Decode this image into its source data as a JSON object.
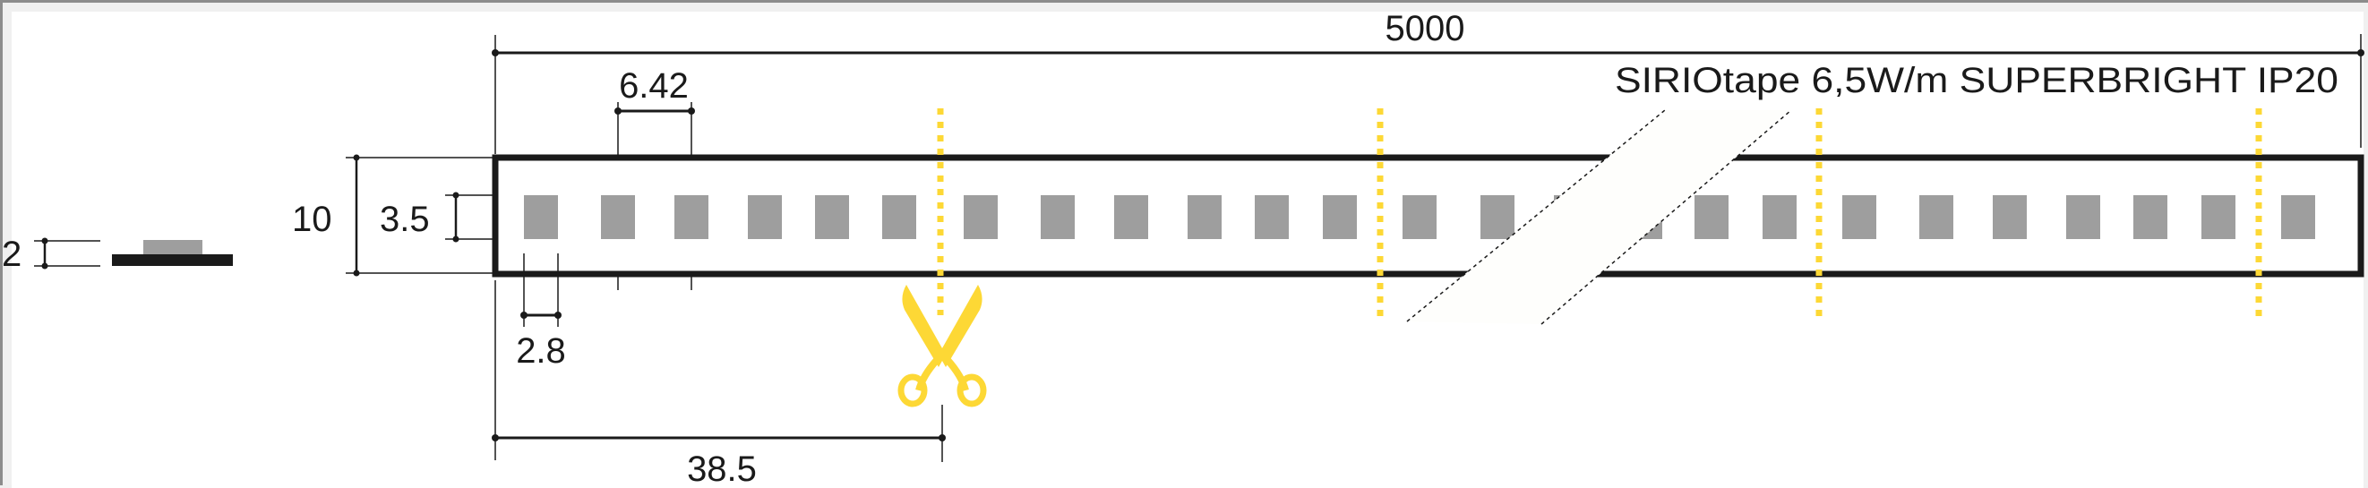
{
  "diagram": {
    "title": "SIRIOtape 6,5W/m SUPERBRIGHT IP20",
    "colors": {
      "line": "#1a1a1a",
      "led": "#9e9e9e",
      "cut": "#fdd835",
      "background": "#ffffff"
    },
    "dimensions": {
      "total_length": "5000",
      "led_pitch": "6.42",
      "strip_width": "10",
      "led_height": "3.5",
      "led_width": "2.8",
      "cut_interval": "38.5",
      "profile_thickness": "2"
    },
    "icons": {
      "scissors": "scissors-icon"
    },
    "led_count_visible": 24,
    "cut_marks_visible": 4
  }
}
